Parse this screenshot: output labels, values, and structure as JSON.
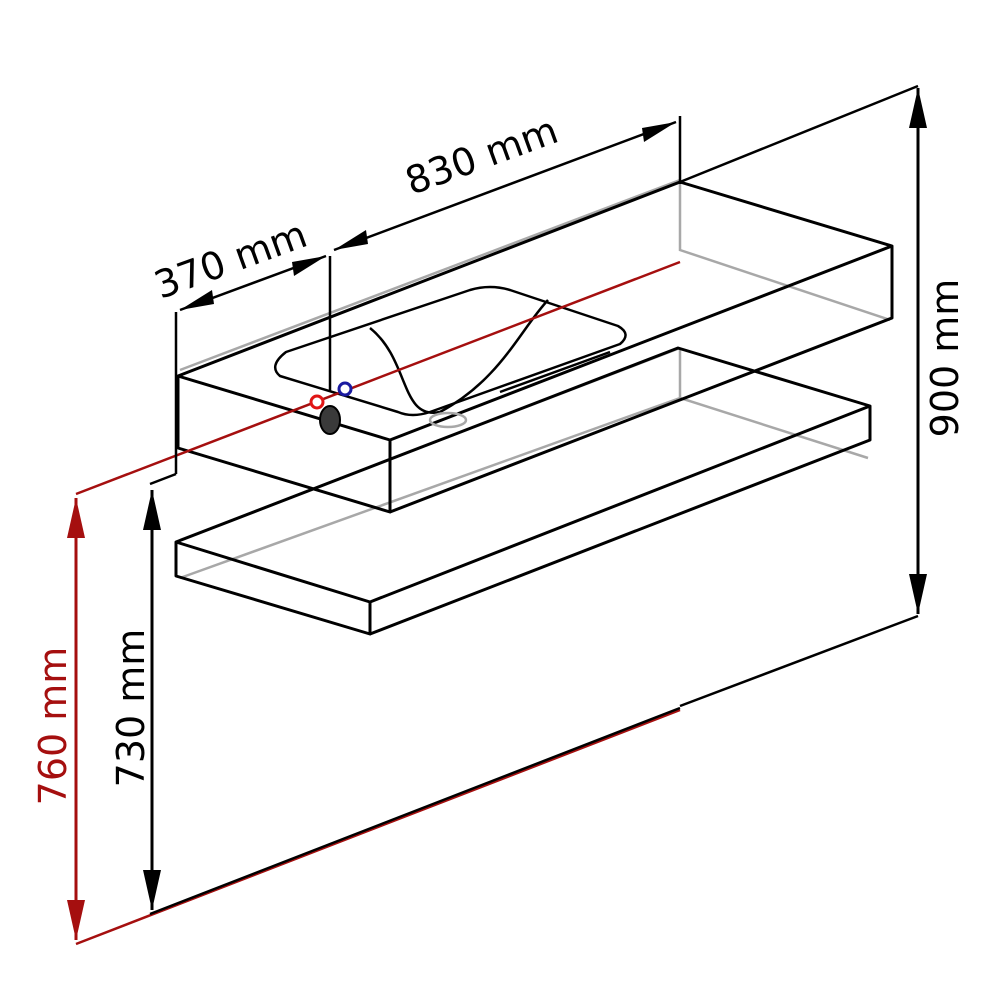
{
  "dimensions": {
    "width_830": "830 mm",
    "depth_370": "370 mm",
    "height_900": "900 mm",
    "height_730": "730 mm",
    "height_760": "760 mm"
  },
  "colors": {
    "line": "#000000",
    "hidden_line": "#a8a8a8",
    "accent_red": "#a50f0f",
    "hot_tap": "#e01515",
    "cold_tap": "#1a1aa0",
    "drain": "#3a3a3a"
  }
}
